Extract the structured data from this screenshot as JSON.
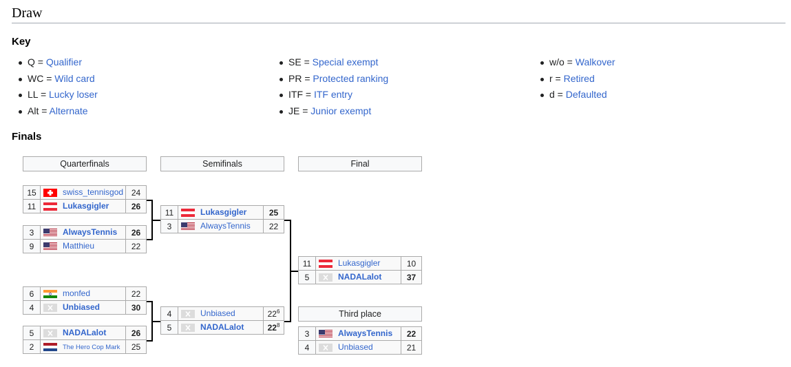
{
  "headings": {
    "draw": "Draw",
    "key": "Key",
    "finals": "Finals"
  },
  "key": {
    "col1": [
      {
        "code": "Q = ",
        "label": "Qualifier"
      },
      {
        "code": "WC = ",
        "label": "Wild card"
      },
      {
        "code": "LL = ",
        "label": "Lucky loser"
      },
      {
        "code": "Alt = ",
        "label": "Alternate"
      }
    ],
    "col2": [
      {
        "code": "SE = ",
        "label": "Special exempt"
      },
      {
        "code": "PR = ",
        "label": "Protected ranking"
      },
      {
        "code": "ITF = ",
        "label": "ITF entry"
      },
      {
        "code": "JE = ",
        "label": "Junior exempt"
      }
    ],
    "col3": [
      {
        "code": "w/o = ",
        "label": "Walkover"
      },
      {
        "code": "r = ",
        "label": "Retired"
      },
      {
        "code": "d = ",
        "label": "Defaulted"
      }
    ]
  },
  "rounds": [
    "Quarterfinals",
    "Semifinals",
    "Final"
  ],
  "third_place_label": "Third place",
  "matches": {
    "qf1": [
      {
        "seed": "15",
        "flag": "switzerland-flag",
        "name": "swiss_tennisgod",
        "score": "24",
        "winner": false
      },
      {
        "seed": "11",
        "flag": "austria-flag",
        "name": "Lukasgigler",
        "score": "26",
        "winner": true
      }
    ],
    "qf2": [
      {
        "seed": "3",
        "flag": "usa-flag",
        "name": "AlwaysTennis",
        "score": "26",
        "winner": true
      },
      {
        "seed": "9",
        "flag": "usa-flag",
        "name": "Matthieu",
        "score": "22",
        "winner": false
      }
    ],
    "qf3": [
      {
        "seed": "6",
        "flag": "india-flag",
        "name": "monfed",
        "score": "22",
        "winner": false
      },
      {
        "seed": "4",
        "flag": "placeholder-icon",
        "name": "Unbiased",
        "score": "30",
        "winner": true
      }
    ],
    "qf4": [
      {
        "seed": "5",
        "flag": "placeholder-icon",
        "name": "NADALalot",
        "score": "26",
        "winner": true
      },
      {
        "seed": "2",
        "flag": "netherlands-flag",
        "name": "The Hero Cop Mark",
        "score": "25",
        "winner": false,
        "small": true
      }
    ],
    "sf1": [
      {
        "seed": "11",
        "flag": "austria-flag",
        "name": "Lukasgigler",
        "score": "25",
        "winner": true
      },
      {
        "seed": "3",
        "flag": "usa-flag",
        "name": "AlwaysTennis",
        "score": "22",
        "winner": false
      }
    ],
    "sf2": [
      {
        "seed": "4",
        "flag": "placeholder-icon",
        "name": "Unbiased",
        "score": "22",
        "sup": "6",
        "winner": false
      },
      {
        "seed": "5",
        "flag": "placeholder-icon",
        "name": "NADALalot",
        "score": "22",
        "sup": "8",
        "winner": true
      }
    ],
    "final": [
      {
        "seed": "11",
        "flag": "austria-flag",
        "name": "Lukasgigler",
        "score": "10",
        "winner": false
      },
      {
        "seed": "5",
        "flag": "placeholder-icon",
        "name": "NADALalot",
        "score": "37",
        "winner": true
      }
    ],
    "third": [
      {
        "seed": "3",
        "flag": "usa-flag",
        "name": "AlwaysTennis",
        "score": "22",
        "winner": true
      },
      {
        "seed": "4",
        "flag": "placeholder-icon",
        "name": "Unbiased",
        "score": "21",
        "winner": false
      }
    ]
  }
}
